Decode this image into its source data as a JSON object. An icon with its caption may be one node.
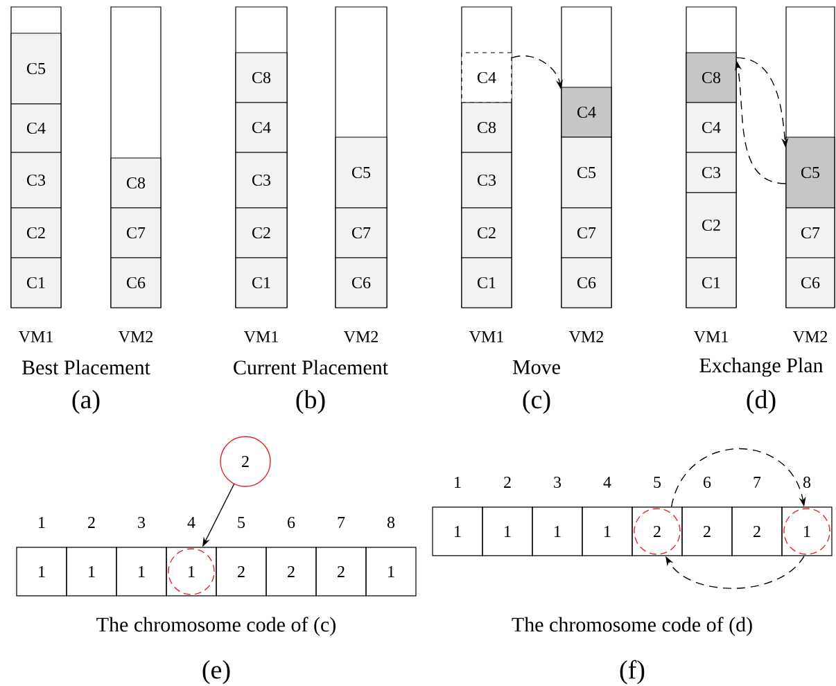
{
  "diagram": {
    "nodes": [
      {
        "text": [
          "VM1"
        ]
      },
      {
        "text": [
          "C5"
        ],
        "in": 0
      },
      {
        "text": [
          "C4"
        ],
        "in": 0
      },
      {
        "text": [
          "C3"
        ],
        "in": 0
      },
      {
        "text": [
          "C2"
        ],
        "in": 0
      },
      {
        "text": [
          "C1"
        ],
        "in": 0
      },
      {
        "text": [
          "VM2"
        ]
      },
      {
        "text": [
          "C8"
        ],
        "in": 6
      },
      {
        "text": [
          "C7"
        ],
        "in": 6
      },
      {
        "text": [
          "C6"
        ],
        "in": 6
      },
      {
        "text": [
          "VM1"
        ]
      },
      {
        "text": [
          "C8"
        ],
        "in": 10
      },
      {
        "text": [
          "C4"
        ],
        "in": 10
      },
      {
        "text": [
          "C3"
        ],
        "in": 10
      },
      {
        "text": [
          "C2"
        ],
        "in": 10
      },
      {
        "text": [
          "C1"
        ],
        "in": 10
      },
      {
        "text": [
          "VM2"
        ]
      },
      {
        "text": [
          "C5"
        ],
        "in": 16
      },
      {
        "text": [
          "C7"
        ],
        "in": 16
      },
      {
        "text": [
          "C6"
        ],
        "in": 16
      },
      {
        "text": [
          "VM1"
        ]
      },
      {
        "text": [
          "C4"
        ],
        "in": 20
      },
      {
        "text": [
          "C8"
        ],
        "in": 20
      },
      {
        "text": [
          "C3"
        ],
        "in": 20
      },
      {
        "text": [
          "C2"
        ],
        "in": 20
      },
      {
        "text": [
          "C1"
        ],
        "in": 20
      },
      {
        "text": [
          "VM2"
        ]
      },
      {
        "text": [
          "C4"
        ],
        "in": 26
      },
      {
        "text": [
          "C5"
        ],
        "in": 26
      },
      {
        "text": [
          "C7"
        ],
        "in": 26
      },
      {
        "text": [
          "C6"
        ],
        "in": 26
      },
      {
        "text": [
          "VM1"
        ]
      },
      {
        "text": [
          "C8"
        ],
        "in": 31
      },
      {
        "text": [
          "C4"
        ],
        "in": 31
      },
      {
        "text": [
          "C3"
        ],
        "in": 31
      },
      {
        "text": [
          "C2"
        ],
        "in": 31
      },
      {
        "text": [
          "C1"
        ],
        "in": 31
      },
      {
        "text": [
          "VM2"
        ]
      },
      {
        "text": [
          "C5"
        ],
        "in": 37
      },
      {
        "text": [
          "C7"
        ],
        "in": 37
      },
      {
        "text": [
          "C6"
        ],
        "in": 37
      },
      {
        "text": [
          "2"
        ]
      },
      {
        "text": [
          "1"
        ],
        "beside": [
          "1"
        ]
      },
      {
        "text": [
          "1"
        ],
        "beside": [
          "2"
        ]
      },
      {
        "text": [
          "1"
        ],
        "beside": [
          "3"
        ]
      },
      {
        "text": [
          "1"
        ],
        "beside": [
          "4"
        ]
      },
      {
        "text": [
          "2"
        ],
        "beside": [
          "5"
        ]
      },
      {
        "text": [
          "2"
        ],
        "beside": [
          "6"
        ]
      },
      {
        "text": [
          "2"
        ],
        "beside": [
          "7"
        ]
      },
      {
        "text": [
          "1"
        ],
        "beside": [
          "8"
        ]
      },
      {
        "text": [
          "1"
        ],
        "beside": [
          "1"
        ]
      },
      {
        "text": [
          "1"
        ],
        "beside": [
          "2"
        ]
      },
      {
        "text": [
          "1"
        ],
        "beside": [
          "3"
        ]
      },
      {
        "text": [
          "1"
        ],
        "beside": [
          "4"
        ]
      },
      {
        "text": [
          "2"
        ],
        "beside": [
          "5"
        ]
      },
      {
        "text": [
          "2"
        ],
        "beside": [
          "6"
        ]
      },
      {
        "text": [
          "2"
        ],
        "beside": [
          "7"
        ]
      },
      {
        "text": [
          "1"
        ],
        "beside": [
          "8"
        ]
      }
    ],
    "edges": [
      {
        "from": 21,
        "to": 27,
        "arrow": "to",
        "style": "dashed"
      },
      {
        "from": 32,
        "to": 38,
        "arrow": "to",
        "style": "dashed"
      },
      {
        "from": 38,
        "to": 32,
        "arrow": "to",
        "style": "dashed"
      },
      {
        "from": 41,
        "to": 45,
        "arrow": "to"
      },
      {
        "from": 54,
        "to": 57,
        "arrow": "to",
        "style": "dashed"
      },
      {
        "from": 57,
        "to": 54,
        "arrow": "to",
        "style": "dashed"
      }
    ],
    "labels": [
      "Best Placement",
      "(a)",
      "Current Placement",
      "(b)",
      "Move",
      "(c)",
      "Exchange Plan",
      "(d)",
      "The chromosome code of (c)",
      "(e)",
      "The chromosome code of (d)",
      "(f)"
    ]
  }
}
